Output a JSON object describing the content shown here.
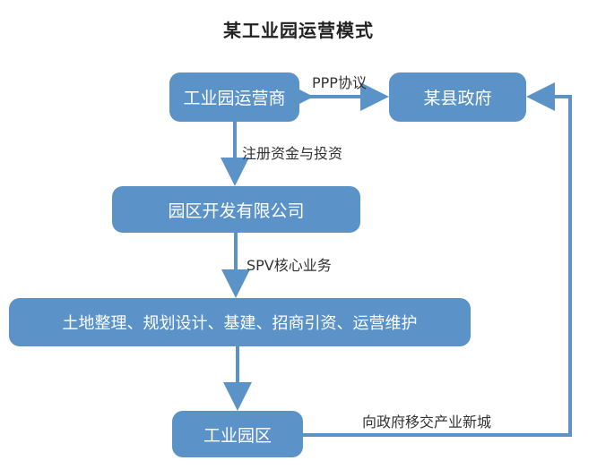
{
  "title": "某工业园运营模式",
  "nodes": {
    "operator": "工业园运营商",
    "government": "某县政府",
    "company": "园区开发有限公司",
    "business": "土地整理、规划设计、基建、招商引资、运营维护",
    "park": "工业园区"
  },
  "edges": {
    "ppp": "PPP协议",
    "capital": "注册资金与投资",
    "spv": "SPV核心业务",
    "transfer": "向政府移交产业新城"
  },
  "colors": {
    "box": "#5b93c8",
    "connector": "#5b93c8",
    "box_text": "#ffffff",
    "label_text": "#333333",
    "title_text": "#222222"
  }
}
